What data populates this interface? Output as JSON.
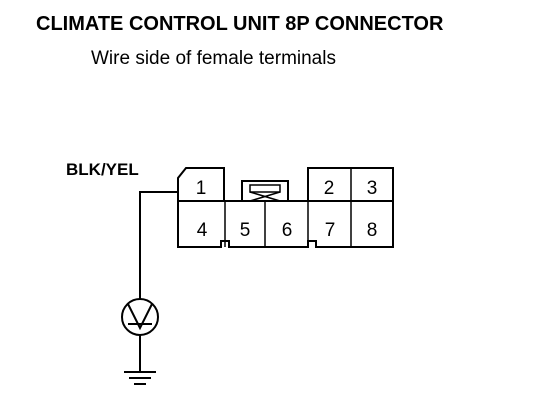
{
  "diagram": {
    "title": "CLIMATE CONTROL UNIT 8P CONNECTOR",
    "subtitle": "Wire side of female terminals",
    "wire_label": "BLK/YEL",
    "terminals": [
      "1",
      "2",
      "3",
      "4",
      "5",
      "6",
      "7",
      "8"
    ],
    "meter_icon": "voltmeter-icon",
    "ground_icon": "ground-icon"
  }
}
